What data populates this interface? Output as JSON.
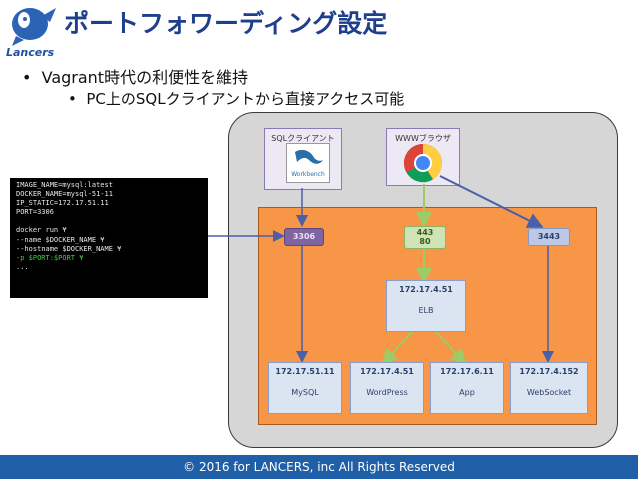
{
  "header": {
    "title": "ポートフォワーディング設定",
    "logo_text": "Lancers"
  },
  "bullets": {
    "level1": "Vagrant時代の利便性を維持",
    "level2": "PC上のSQLクライアントから直接アクセス可能"
  },
  "clients": {
    "sql": {
      "label": "SQLクライアント",
      "icon_label": "Workbench"
    },
    "www": {
      "label": "WWWブラウザ"
    }
  },
  "ports": {
    "p1": "3306",
    "p2a": "443",
    "p2b": "80",
    "p3": "3443"
  },
  "elb": {
    "ip": "172.17.4.51",
    "name": "ELB"
  },
  "services": [
    {
      "ip": "172.17.51.11",
      "name": "MySQL"
    },
    {
      "ip": "172.17.4.51",
      "name": "WordPress"
    },
    {
      "ip": "172.17.6.11",
      "name": "App"
    },
    {
      "ip": "172.17.4.152",
      "name": "WebSocket"
    }
  ],
  "terminal": {
    "lines": [
      "IMAGE_NAME=mysql:latest",
      "DOCKER_NAME=mysql-51-11",
      "IP_STATIC=172.17.51.11",
      "PORT=3306",
      "",
      "docker run ¥",
      "--name $DOCKER_NAME ¥",
      "--hostname $DOCKER_NAME ¥"
    ],
    "highlight": "-p $PORT:$PORT ¥",
    "ellipsis": "..."
  },
  "footer": {
    "text": "© 2016 for LANCERS, inc All Rights Reserved"
  },
  "colors": {
    "title": "#1f3f8c",
    "footer": "#1f5fa8",
    "orange": "#f79646",
    "purple": "#8064a2"
  }
}
